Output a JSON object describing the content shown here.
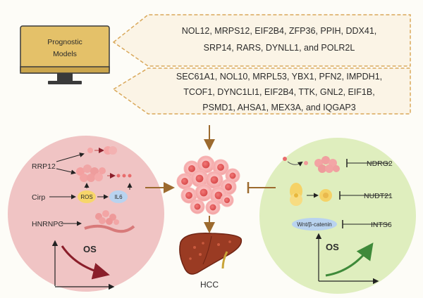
{
  "monitor": {
    "label_line1": "Prognostic",
    "label_line2": "Models"
  },
  "banner_top": {
    "line1": "NOL12, MRPS12, EIF2B4, ZFP36, PPIH, DDX41,",
    "line2": "SRP14, RARS, DYNLL1, and POLR2L"
  },
  "banner_bottom": {
    "line1": "SEC61A1, NOL10, MRPL53, YBX1, PFN2, IMPDH1,",
    "line2": "TCOF1, DYNC1LI1, EIF2B4, TTK, GNL2, EIF1B,",
    "line3": "PSMD1, AHSA1, MEX3A, and IQGAP3"
  },
  "left_circle": {
    "rrp12": "RRP12",
    "cirp": "Cirp",
    "hnrnpc": "HNRNPC",
    "ros": "ROS",
    "il6": "IL6",
    "os": "OS"
  },
  "center": {
    "hcc": "HCC"
  },
  "right_circle": {
    "ndrg2": "NDRG2",
    "nudt21": "NUDT21",
    "ints6": "INTS6",
    "wnt": "Wnt/β-catenin",
    "os": "OS"
  },
  "colors": {
    "left_circle": "#f0c4c4",
    "right_circle": "#dfeebe",
    "arrow": "#9c6a2e",
    "monitor_screen": "#e4c169",
    "dashed": "#d9a85a"
  }
}
